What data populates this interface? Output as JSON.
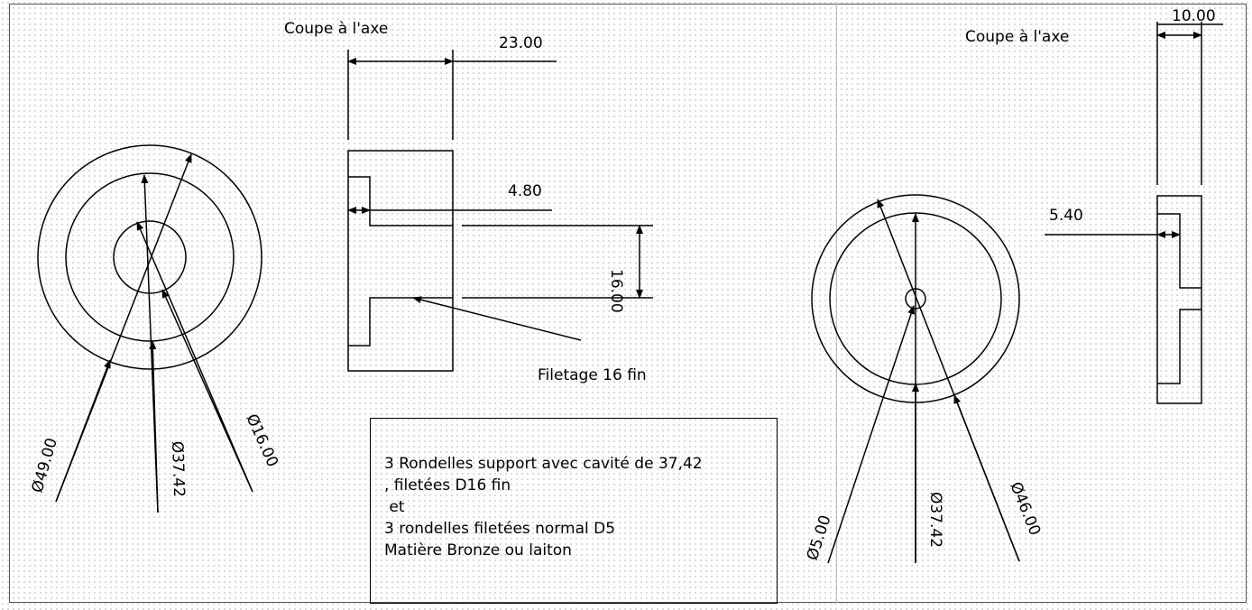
{
  "views": {
    "left_section_title": "Coupe à l'axe",
    "right_section_title": "Coupe à l'axe"
  },
  "dimensions": {
    "left_width": "23.00",
    "left_recess_depth": "4.80",
    "left_thread_dia": "16.00",
    "left_thread_note": "Filetage 16 fin",
    "left_outer_dia": "Ø49.00",
    "left_cavity_dia": "Ø37.42",
    "left_bore_dia": "Ø16.00",
    "right_width": "10.00",
    "right_recess_depth": "5.40",
    "right_bore_dia": "Ø5.00",
    "right_cavity_dia": "Ø37.42",
    "right_outer_dia": "Ø46.00"
  },
  "note": {
    "line1": "3 Rondelles support avec cavité de 37,42",
    "line2": ", filetées D16 fin",
    "line3": " et",
    "line4": "3 rondelles filetées normal D5",
    "line5": "Matière Bronze ou laiton"
  }
}
